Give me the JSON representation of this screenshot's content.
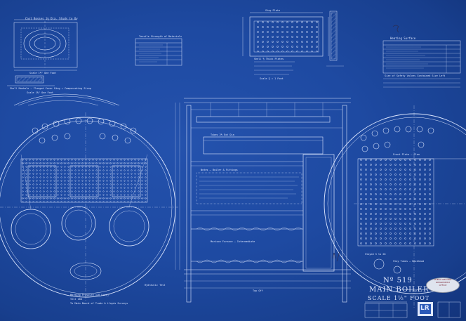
{
  "title": {
    "number": "Nº 519",
    "name": "MAIN BOILER",
    "scale": "SCALE 1½\" FOOT"
  },
  "annotations": {
    "top_left_detail": "Cast Bosses 1⅜ Dia. Studs to Ov",
    "top_left_scale": "Scale 1½\" One Foot",
    "shell_manhole": "Shell Manhole – Flanged Cover Ring + Compensating Strap",
    "section_scale": "Scale 1½\" One Foot",
    "tensile_table_title": "Tensile Strength of Materials",
    "stay_plate": "Stay Plate",
    "shell_plate": "Shell ⅝ Thick Plates",
    "scale_note": "Scale ¾ = 1 Foot",
    "top_view": "Top Off",
    "furnace_note": "Morison Furnace – Intermediate",
    "working_pressure": "Working Pressure 120 Lbs/□\"",
    "test_pressure": "Test 180",
    "test_note": "To Main Board of Trade & Lloyds Surveys",
    "boiler_notes_title": "Notes – Boiler & Fittings",
    "heating_surface_title": "Heating Surface",
    "side_note": "Size of Safety Valves Contained Size Left",
    "tube_note": "Tubes 2½ Ext Dia",
    "hydraulic": "Hydraulic Test",
    "right_plan": "Front Plate – Plan",
    "stay_tubes": "Stay Tubes – Backhead",
    "dated": "Stayed 5 to 28"
  },
  "stamp": {
    "line1": "PUBLIC RECORD",
    "line2": "DEPARTMENT",
    "line3": "OFFICE"
  },
  "logo": "LR",
  "colors": {
    "paper": "#1e4aa2",
    "line": "#dfe8ff",
    "stamp_ink": "#7a2130"
  }
}
